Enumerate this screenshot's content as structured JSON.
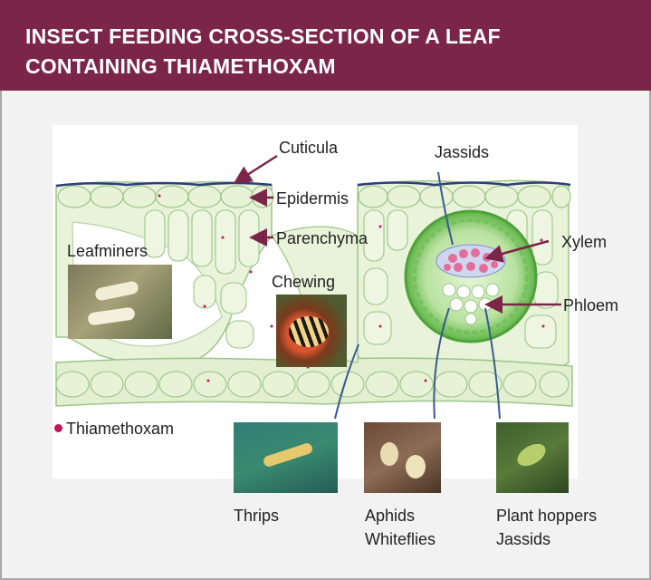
{
  "header": {
    "line1": "INSECT FEEDING CROSS-SECTION OF A LEAF",
    "line2": "CONTAINING THIAMETHOXAM"
  },
  "labels": {
    "cuticula": "Cuticula",
    "epidermis": "Epidermis",
    "parenchyma": "Parenchyma",
    "jassids_top": "Jassids",
    "xylem": "Xylem",
    "phloem": "Phloem",
    "leafminers": "Leafminers",
    "chewing": "Chewing",
    "thrips": "Thrips",
    "aphids": "Aphids",
    "whiteflies": "Whiteflies",
    "plant_hoppers": "Plant hoppers",
    "jassids_bottom": "Jassids"
  },
  "legend": {
    "thiamethoxam": "Thiamethoxam",
    "dot_color": "#c2185b"
  },
  "colors": {
    "header_bg": "#7b2548",
    "cell_fill": "#e7f2d6",
    "cell_stroke": "#9cc58a",
    "cuticle": "#2c3f7a",
    "bundle_green": "#62b848",
    "arrow": "#7b2548",
    "stylet": "#3a5a8c"
  }
}
